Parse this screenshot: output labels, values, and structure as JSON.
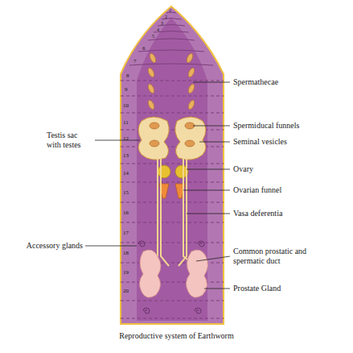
{
  "diagram": {
    "caption": "Reproductive system of Earthworm",
    "labels": [
      "1",
      "2",
      "3",
      "4",
      "5",
      "6",
      "7",
      "8",
      "9",
      "10",
      "11",
      "12",
      "13",
      "14",
      "15",
      "16",
      "17",
      "18",
      "19",
      "20",
      "Spermathecae",
      "Spermiducal funnels",
      "Seminal vesicles",
      "Ovary",
      "Ovarian funnel",
      "Vasa deferentia",
      "Common prostatic and spermatic duct",
      "Prostate Gland",
      "Testis sac with testes",
      "Accessory glands"
    ]
  }
}
